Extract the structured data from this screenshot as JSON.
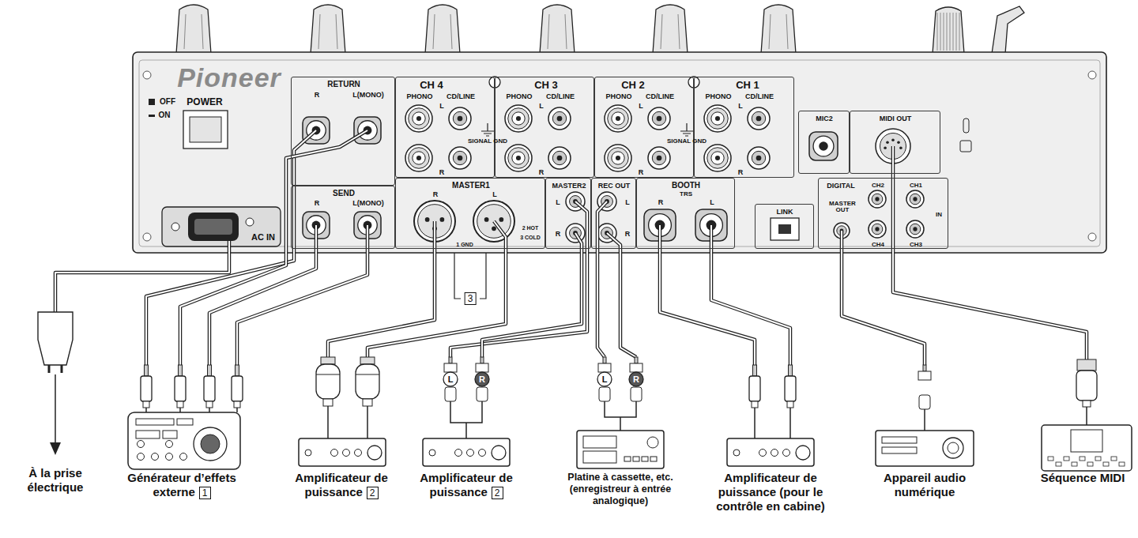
{
  "diagram": {
    "nodes": [
      {
        "text": [
          "RETURN",
          "R",
          "L(MONO)"
        ]
      },
      {
        "text": [
          "SEND",
          "R",
          "L(MONO)"
        ]
      },
      {
        "text": [
          "CH 4",
          "PHONO",
          "CD/LINE",
          "L",
          "R"
        ]
      },
      {
        "text": [
          "CH 3",
          "PHONO",
          "CD/LINE",
          "L",
          "R"
        ]
      },
      {
        "text": [
          "CH 2",
          "PHONO",
          "CD/LINE",
          "L",
          "R"
        ]
      },
      {
        "text": [
          "CH 1",
          "PHONO",
          "CD/LINE",
          "L",
          "R"
        ]
      },
      {
        "text": [
          "MASTER1",
          "R",
          "L",
          "1 GND",
          "2 HOT",
          "3 COLD"
        ]
      },
      {
        "text": [
          "MASTER2",
          "L",
          "R"
        ]
      },
      {
        "text": [
          "REC OUT",
          "L",
          "R"
        ]
      },
      {
        "text": [
          "BOOTH",
          "TRS",
          "R",
          "L"
        ]
      },
      {
        "text": [
          "LINK"
        ]
      },
      {
        "text": [
          "MIC2"
        ]
      },
      {
        "text": [
          "MIDI OUT"
        ]
      },
      {
        "text": [
          "DIGITAL",
          "CH2",
          "CH1",
          "MASTER OUT",
          "IN",
          "CH4",
          "CH3"
        ]
      }
    ],
    "labels": [
      "Pioneer",
      "OFF",
      "ON",
      "POWER",
      "AC IN",
      "SIGNAL GND",
      "SIGNAL GND",
      "3",
      "À la prise électrique",
      "Générateur d’effets externe",
      "1",
      "Amplificateur de puissance",
      "2",
      "Amplificateur de puissance",
      "2",
      "Platine à cassette, etc. (enregistreur à entrée analogique)",
      "Amplificateur de puissance (pour le contrôle en cabine)",
      "Appareil audio numérique",
      "Séquence MIDI",
      "L",
      "R",
      "L",
      "R"
    ]
  }
}
